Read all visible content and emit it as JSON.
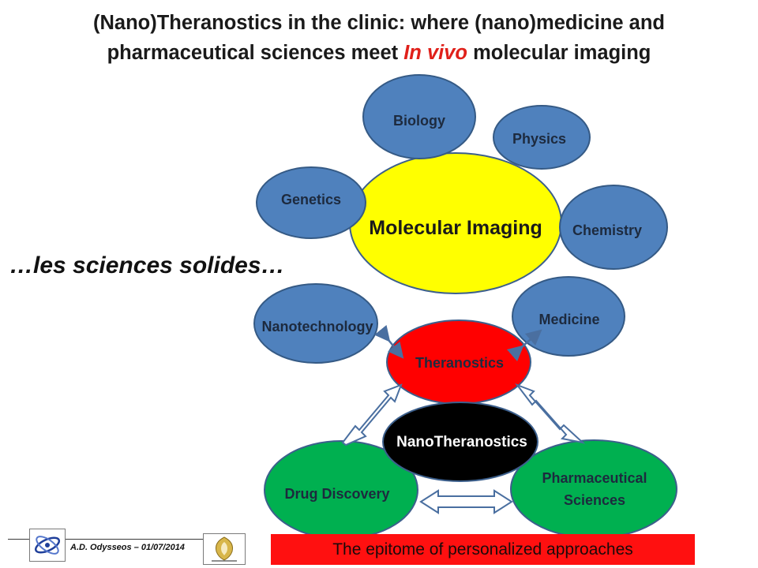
{
  "title": {
    "line1": "(Nano)Theranostics in the clinic: where (nano)medicine and",
    "line2_prefix": "pharmaceutical sciences meet ",
    "line2_accent": "In vivo",
    "line2_suffix": " molecular imaging"
  },
  "tagline": "…les sciences solides…",
  "nodes": {
    "molecular_imaging": "Molecular Imaging",
    "biology": "Biology",
    "physics": "Physics",
    "genetics": "Genetics",
    "chemistry": "Chemistry",
    "nanotechnology": "Nanotechnology",
    "medicine": "Medicine",
    "theranostics": "Theranostics",
    "nanotheranostics": "NanoTheranostics",
    "drug_discovery": "Drug Discovery",
    "pharma_line1": "Pharmaceutical",
    "pharma_line2": "Sciences"
  },
  "banner": "The epitome of personalized approaches",
  "footer": {
    "author_date": "A.D. Odysseos – 01/07/2014"
  },
  "colors": {
    "blue": "#4f81bd",
    "yellow": "#ffff00",
    "red": "#ff0000",
    "green": "#00b050",
    "black": "#000000",
    "accent": "#e0201a"
  }
}
